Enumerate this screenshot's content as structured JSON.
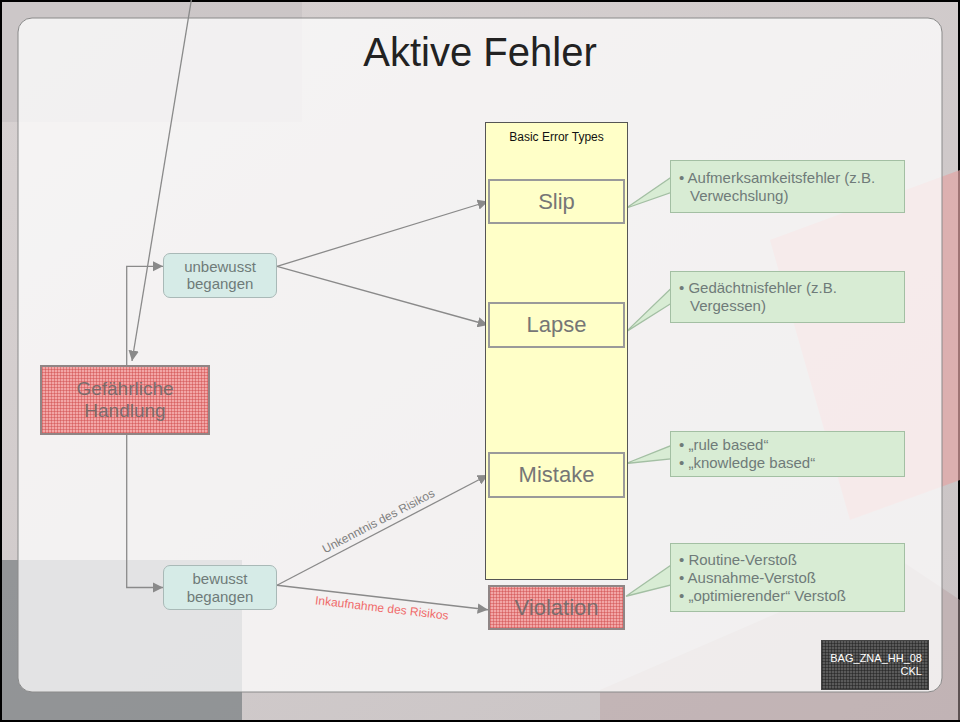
{
  "diagram": {
    "title": "Aktive Fehler",
    "nodes": [
      {
        "text": [
          "Basic Error Types"
        ]
      },
      {
        "text": [
          "Slip"
        ],
        "in": 0
      },
      {
        "text": [
          "• Aufmerksamkeitsfehler (z.B. Verwechslung)"
        ]
      },
      {
        "text": [
          "unbewusst begangen"
        ]
      },
      {
        "text": [
          "Lapse"
        ],
        "in": 0
      },
      {
        "text": [
          "• Gedächtnisfehler (z.B. Vergessen)"
        ]
      },
      {
        "text": [
          "Gefährliche Handlung"
        ]
      },
      {
        "text": [
          "Mistake"
        ],
        "in": 0
      },
      {
        "text": [
          "• „rule based“",
          "• „knowledge based“"
        ]
      },
      {
        "text": [
          "bewusst begangen"
        ]
      },
      {
        "text": [
          "Violation"
        ]
      },
      {
        "text": [
          "• Routine-Verstoß",
          "• Ausnahme-Verstoß",
          "• „optimierender“ Verstoß"
        ]
      },
      {
        "text": [
          "BAG_ZNA_HH_08 CKL"
        ]
      }
    ],
    "edges": [
      {
        "from": 6,
        "to": 3,
        "arrow": "to"
      },
      {
        "from": 6,
        "to": 9,
        "arrow": "to"
      },
      {
        "from": 3,
        "to": 1,
        "arrow": "to"
      },
      {
        "from": 3,
        "to": 4,
        "arrow": "to"
      },
      {
        "from": 9,
        "to": 7,
        "label": "Unkenntnis des Risikos",
        "arrow": "to"
      },
      {
        "from": 9,
        "to": 10,
        "label": "Inkaufnahme des Risikos",
        "arrow": "to"
      },
      {
        "from": 1,
        "to": 2,
        "arrow": "none"
      },
      {
        "from": 4,
        "to": 5,
        "arrow": "none"
      },
      {
        "from": 7,
        "to": 8,
        "arrow": "none"
      },
      {
        "from": 10,
        "to": 11,
        "arrow": "none"
      }
    ]
  }
}
